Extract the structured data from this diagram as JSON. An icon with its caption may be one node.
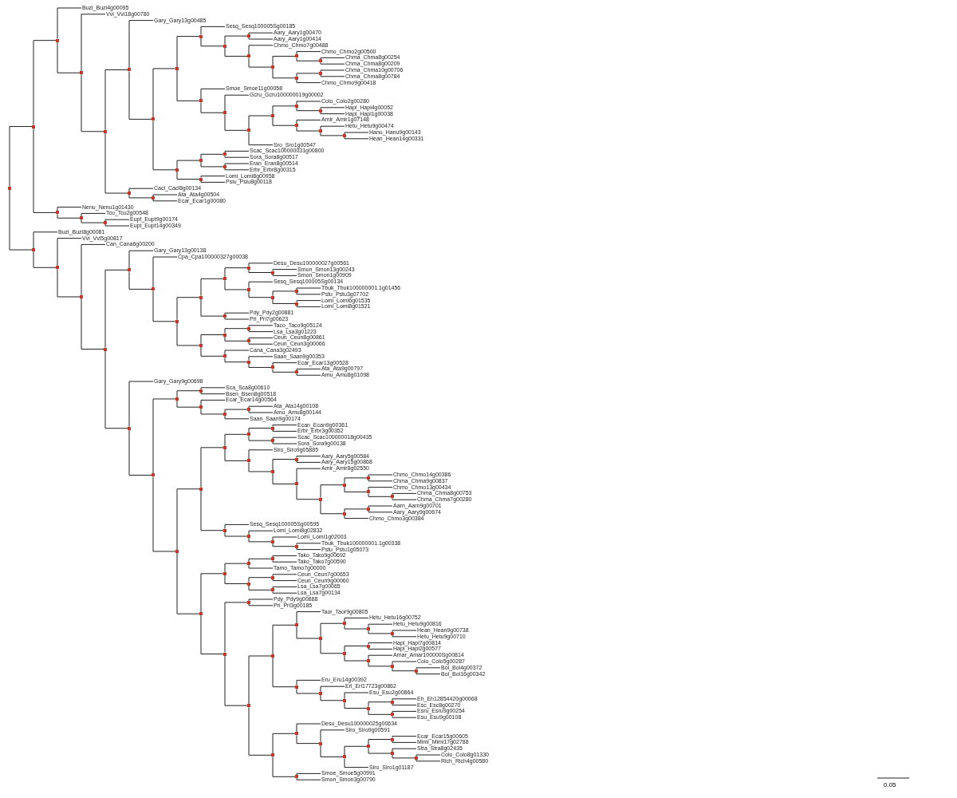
{
  "diagram": {
    "nodes": [
      {
        "text": [],
        "shape": "dot"
      },
      {
        "text": [],
        "shape": "dot"
      },
      {
        "text": [],
        "shape": "dot"
      },
      {
        "text": [
          "Buzi_Buzi4g00095"
        ]
      },
      {
        "text": [],
        "shape": "dot"
      },
      {
        "text": [
          "Vvi_Vvi18g00780"
        ]
      },
      {
        "text": [],
        "shape": "dot"
      },
      {
        "text": [],
        "shape": "dot"
      },
      {
        "text": [
          "Gary_Gary13g00485"
        ]
      },
      {
        "text": [],
        "shape": "dot"
      },
      {
        "text": [],
        "shape": "dot"
      },
      {
        "text": [],
        "shape": "dot"
      },
      {
        "text": [
          "Sesq_Sesq100005Sg00185"
        ]
      },
      {
        "text": [],
        "shape": "dot"
      },
      {
        "text": [],
        "shape": "dot"
      },
      {
        "text": [
          "Aary_Aary1g00470"
        ]
      },
      {
        "text": [
          "Aary_Aary1g00414"
        ]
      },
      {
        "text": [],
        "shape": "dot"
      },
      {
        "text": [
          "Chmo_Chmo7g00488"
        ]
      },
      {
        "text": [],
        "shape": "dot"
      },
      {
        "text": [],
        "shape": "dot"
      },
      {
        "text": [
          "Chmo_Chmo2g00500"
        ]
      },
      {
        "text": [],
        "shape": "dot"
      },
      {
        "text": [
          "Chma_Chma8g00254"
        ]
      },
      {
        "text": [
          "Chma_Chma8g00209"
        ]
      },
      {
        "text": [],
        "shape": "dot"
      },
      {
        "text": [],
        "shape": "dot"
      },
      {
        "text": [
          "Chma_Chma10g00706"
        ]
      },
      {
        "text": [
          "Chma_Chma8g00784"
        ]
      },
      {
        "text": [
          "Chmo_Chmo9g00418"
        ]
      },
      {
        "text": [],
        "shape": "dot"
      },
      {
        "text": [
          "Smoe_Smoe11g00058"
        ]
      },
      {
        "text": [],
        "shape": "dot"
      },
      {
        "text": [
          "Gcru_Gcru100000019g00002"
        ]
      },
      {
        "text": [],
        "shape": "dot"
      },
      {
        "text": [],
        "shape": "dot"
      },
      {
        "text": [],
        "shape": "dot"
      },
      {
        "text": [
          "Colo_Colo2g00280"
        ]
      },
      {
        "text": [],
        "shape": "dot"
      },
      {
        "text": [
          "Hapi_Hapi4g00052"
        ]
      },
      {
        "text": [
          "Hapi_Hapi1g00038"
        ]
      },
      {
        "text": [],
        "shape": "dot"
      },
      {
        "text": [
          "Amir_Amir1g07148"
        ]
      },
      {
        "text": [],
        "shape": "dot"
      },
      {
        "text": [
          "Hetu_Hetu9g00474"
        ]
      },
      {
        "text": [],
        "shape": "dot"
      },
      {
        "text": [
          "Hanu_Hanu9g00143"
        ]
      },
      {
        "text": [
          "Hean_Hean14g00331"
        ]
      },
      {
        "text": [
          "Sro_Sro1g00547"
        ]
      },
      {
        "text": [],
        "shape": "dot"
      },
      {
        "text": [],
        "shape": "dot"
      },
      {
        "text": [],
        "shape": "dot"
      },
      {
        "text": [
          "Scac_Scac100000031g00800"
        ]
      },
      {
        "text": [
          "Sora_Sora8g00517"
        ]
      },
      {
        "text": [],
        "shape": "dot"
      },
      {
        "text": [
          "Eran_Eran8g00514"
        ]
      },
      {
        "text": [
          "Erbr_Erbr8g00315"
        ]
      },
      {
        "text": [],
        "shape": "dot"
      },
      {
        "text": [
          "Lomi_Lomi8g00958"
        ]
      },
      {
        "text": [
          "Psiu_Psiu8g00118"
        ]
      },
      {
        "text": [],
        "shape": "dot"
      },
      {
        "text": [
          "Cacl_Cacl8g00134"
        ]
      },
      {
        "text": [],
        "shape": "dot"
      },
      {
        "text": [
          "Ata_Ata4g00504"
        ]
      },
      {
        "text": [
          "Ecar_Ecar1g00080"
        ]
      },
      {
        "text": [],
        "shape": "dot"
      },
      {
        "text": [
          "Nenu_Nenu1g01430"
        ]
      },
      {
        "text": [],
        "shape": "dot"
      },
      {
        "text": [
          "Tcu_Tcu2g00548"
        ]
      },
      {
        "text": [],
        "shape": "dot"
      },
      {
        "text": [
          "Eupt_Eupt9g00174"
        ]
      },
      {
        "text": [
          "Eupt_Eupt14g00349"
        ]
      },
      {
        "text": [],
        "shape": "dot"
      },
      {
        "text": [
          "Buzi_Buzi8g00081"
        ]
      },
      {
        "text": [],
        "shape": "dot"
      },
      {
        "text": [
          "Vvi_Vvi5g00817"
        ]
      },
      {
        "text": [],
        "shape": "dot"
      },
      {
        "text": [
          "Can_Cana6g00200"
        ]
      },
      {
        "text": [],
        "shape": "dot"
      },
      {
        "text": [],
        "shape": "dot"
      },
      {
        "text": [
          "Gary_Gary13g00138"
        ]
      },
      {
        "text": [],
        "shape": "dot"
      },
      {
        "text": [
          "Cpa_Cpa100000327g00038"
        ]
      },
      {
        "text": [],
        "shape": "dot"
      },
      {
        "text": [],
        "shape": "dot"
      },
      {
        "text": [],
        "shape": "dot"
      },
      {
        "text": [],
        "shape": "dot"
      },
      {
        "text": [
          "Desu_Desu100000027g00561"
        ]
      },
      {
        "text": [],
        "shape": "dot"
      },
      {
        "text": [
          "Smon_Smon13g00243"
        ]
      },
      {
        "text": [
          "Smon_Smon1g00909"
        ]
      },
      {
        "text": [],
        "shape": "dot"
      },
      {
        "text": [
          "Sesq_Sesq100005Sg00134"
        ]
      },
      {
        "text": [],
        "shape": "dot"
      },
      {
        "text": [],
        "shape": "dot"
      },
      {
        "text": [
          "Tbuk_Tbuk100000001.1g01456"
        ]
      },
      {
        "text": [
          "Pstu_Pstu3g07702"
        ]
      },
      {
        "text": [],
        "shape": "dot"
      },
      {
        "text": [
          "Lomi_Lomi6g01535"
        ]
      },
      {
        "text": [
          "Lomi_Lomi8g01521"
        ]
      },
      {
        "text": [],
        "shape": "dot"
      },
      {
        "text": [
          "Pdy_Pdy2g00881"
        ]
      },
      {
        "text": [
          "Pri_Pri7g00623"
        ]
      },
      {
        "text": [],
        "shape": "dot"
      },
      {
        "text": [],
        "shape": "dot"
      },
      {
        "text": [],
        "shape": "dot"
      },
      {
        "text": [
          "Taco_Taco9g05124"
        ]
      },
      {
        "text": [
          "Lsa_Lsa3g01223"
        ]
      },
      {
        "text": [],
        "shape": "dot"
      },
      {
        "text": [
          "Ceun_Ceun8g00861"
        ]
      },
      {
        "text": [
          "Ceun_Ceun3g00066"
        ]
      },
      {
        "text": [],
        "shape": "dot"
      },
      {
        "text": [
          "Cana_Cana3g02493"
        ]
      },
      {
        "text": [],
        "shape": "dot"
      },
      {
        "text": [
          "Saan_Saan9g00353"
        ]
      },
      {
        "text": [],
        "shape": "dot"
      },
      {
        "text": [
          "Ecar_Ecar13g00528"
        ]
      },
      {
        "text": [],
        "shape": "dot"
      },
      {
        "text": [
          "Ata_Ata9g00797"
        ]
      },
      {
        "text": [
          "Amu_Amu8g01098"
        ]
      },
      {
        "text": [],
        "shape": "dot"
      },
      {
        "text": [
          "Gary_Gary9g00698"
        ]
      },
      {
        "text": [],
        "shape": "dot"
      },
      {
        "text": [],
        "shape": "dot"
      },
      {
        "text": [],
        "shape": "dot"
      },
      {
        "text": [
          "Sca_Sca8g00610"
        ]
      },
      {
        "text": [
          "Bsen_Bsen8g00518"
        ]
      },
      {
        "text": [],
        "shape": "dot"
      },
      {
        "text": [
          "Ecar_Ecar14g00564"
        ]
      },
      {
        "text": [],
        "shape": "dot"
      },
      {
        "text": [],
        "shape": "dot"
      },
      {
        "text": [
          "Ata_Ata14g00108"
        ]
      },
      {
        "text": [
          "Amu_Amu8g00144"
        ]
      },
      {
        "text": [
          "Saan_Saan9g00174"
        ]
      },
      {
        "text": [],
        "shape": "dot"
      },
      {
        "text": [],
        "shape": "dot"
      },
      {
        "text": [],
        "shape": "dot"
      },
      {
        "text": [],
        "shape": "dot"
      },
      {
        "text": [],
        "shape": "dot"
      },
      {
        "text": [
          "Ecan_Ecan9g00361"
        ]
      },
      {
        "text": [
          "Erbr_Erbr3g00352"
        ]
      },
      {
        "text": [],
        "shape": "dot"
      },
      {
        "text": [
          "Scac_Scac100000018g00435"
        ]
      },
      {
        "text": [
          "Sora_Sora9g00138"
        ]
      },
      {
        "text": [],
        "shape": "dot"
      },
      {
        "text": [
          "Siro_Siro9g05885"
        ]
      },
      {
        "text": [],
        "shape": "dot"
      },
      {
        "text": [],
        "shape": "dot"
      },
      {
        "text": [
          "Aary_Aary5g00584"
        ]
      },
      {
        "text": [
          "Aary_Aary15g00868"
        ]
      },
      {
        "text": [],
        "shape": "dot"
      },
      {
        "text": [
          "Amir_Amir8g02550"
        ]
      },
      {
        "text": [],
        "shape": "dot"
      },
      {
        "text": [],
        "shape": "dot"
      },
      {
        "text": [],
        "shape": "dot"
      },
      {
        "text": [
          "Chmo_Chmo14g00386"
        ]
      },
      {
        "text": [
          "Chma_Chma9g00837"
        ]
      },
      {
        "text": [],
        "shape": "dot"
      },
      {
        "text": [
          "Chmo_Chmo13g00434"
        ]
      },
      {
        "text": [],
        "shape": "dot"
      },
      {
        "text": [
          "Chma_Chma8g00753"
        ]
      },
      {
        "text": [
          "Chma_Chma7g00280"
        ]
      },
      {
        "text": [],
        "shape": "dot"
      },
      {
        "text": [],
        "shape": "dot"
      },
      {
        "text": [
          "Aarn_Aarn9g00701"
        ]
      },
      {
        "text": [
          "Aary_Aary9g00674"
        ]
      },
      {
        "text": [
          "Chmo_Chmo3g00384"
        ]
      },
      {
        "text": [],
        "shape": "dot"
      },
      {
        "text": [
          "Sesq_Sesq100005Sg00595"
        ]
      },
      {
        "text": [],
        "shape": "dot"
      },
      {
        "text": [
          "Lomi_Lomi8g02832"
        ]
      },
      {
        "text": [],
        "shape": "dot"
      },
      {
        "text": [
          "Lomi_Lomi1g02003"
        ]
      },
      {
        "text": [],
        "shape": "dot"
      },
      {
        "text": [
          "Tbuk_Tbuk100000001.1g00338"
        ]
      },
      {
        "text": [
          "Pstu_Pstu1g05073"
        ]
      },
      {
        "text": [],
        "shape": "dot"
      },
      {
        "text": [],
        "shape": "dot"
      },
      {
        "text": [],
        "shape": "dot"
      },
      {
        "text": [],
        "shape": "dot"
      },
      {
        "text": [
          "Tako_Tako9g00692"
        ]
      },
      {
        "text": [
          "Tako_Tako7g00590"
        ]
      },
      {
        "text": [
          "Tamo_Tamo7g00000"
        ]
      },
      {
        "text": [],
        "shape": "dot"
      },
      {
        "text": [],
        "shape": "dot"
      },
      {
        "text": [
          "Ceun_Ceun7g00653"
        ]
      },
      {
        "text": [
          "Ceun_Ceun9g00060"
        ]
      },
      {
        "text": [],
        "shape": "dot"
      },
      {
        "text": [
          "Lsa_Lsa7g00065"
        ]
      },
      {
        "text": [
          "Lsa_Lsa7g00134"
        ]
      },
      {
        "text": [],
        "shape": "dot"
      },
      {
        "text": [],
        "shape": "dot"
      },
      {
        "text": [
          "Pdy_Pdy9g00888"
        ]
      },
      {
        "text": [
          "Pri_Pri3g00185"
        ]
      },
      {
        "text": [],
        "shape": "dot"
      },
      {
        "text": [],
        "shape": "dot"
      },
      {
        "text": [],
        "shape": "dot"
      },
      {
        "text": [
          "Taor_Taor9g00805"
        ]
      },
      {
        "text": [],
        "shape": "dot"
      },
      {
        "text": [],
        "shape": "dot"
      },
      {
        "text": [
          "Hetu_Hetu16g00752"
        ]
      },
      {
        "text": [],
        "shape": "dot"
      },
      {
        "text": [
          "Hetu_Hetu9g00816"
        ]
      },
      {
        "text": [],
        "shape": "dot"
      },
      {
        "text": [
          "Hean_Hean9g00738"
        ]
      },
      {
        "text": [
          "Hetu_Hetu9g00710"
        ]
      },
      {
        "text": [],
        "shape": "dot"
      },
      {
        "text": [],
        "shape": "dot"
      },
      {
        "text": [
          "Hapi_Hapi7g00814"
        ]
      },
      {
        "text": [
          "Hapi_Hapi2g00577"
        ]
      },
      {
        "text": [],
        "shape": "dot"
      },
      {
        "text": [
          "Amar_Amar100000Sg00814"
        ]
      },
      {
        "text": [],
        "shape": "dot"
      },
      {
        "text": [
          "Colo_Colo5g00287"
        ]
      },
      {
        "text": [],
        "shape": "dot"
      },
      {
        "text": [
          "Bol_Bol4g00372"
        ]
      },
      {
        "text": [
          "Bol_Bol16g00342"
        ]
      },
      {
        "text": [],
        "shape": "dot"
      },
      {
        "text": [
          "Eru_Eru14g00392"
        ]
      },
      {
        "text": [],
        "shape": "dot"
      },
      {
        "text": [
          "Erl_Erl17723g00862"
        ]
      },
      {
        "text": [],
        "shape": "dot"
      },
      {
        "text": [
          "Esu_Esu2g00864"
        ]
      },
      {
        "text": [],
        "shape": "dot"
      },
      {
        "text": [],
        "shape": "dot"
      },
      {
        "text": [
          "Eh_Eh12854420g00068"
        ]
      },
      {
        "text": [
          "Esc_Esc8g00270"
        ]
      },
      {
        "text": [],
        "shape": "dot"
      },
      {
        "text": [
          "Esru_Esru9g00254"
        ]
      },
      {
        "text": [
          "Esu_Esu9g00108"
        ]
      },
      {
        "text": [],
        "shape": "dot"
      },
      {
        "text": [],
        "shape": "dot"
      },
      {
        "text": [
          "Desu_Desu100000025g00634"
        ]
      },
      {
        "text": [],
        "shape": "dot"
      },
      {
        "text": [
          "Siro_Siro9g00591"
        ]
      },
      {
        "text": [],
        "shape": "dot"
      },
      {
        "text": [],
        "shape": "dot"
      },
      {
        "text": [],
        "shape": "dot"
      },
      {
        "text": [
          "Ecar_Ecar15g00605"
        ]
      },
      {
        "text": [
          "Mimi_Mimi17g02788"
        ]
      },
      {
        "text": [],
        "shape": "dot"
      },
      {
        "text": [
          "Stra_Stra8g02435"
        ]
      },
      {
        "text": [],
        "shape": "dot"
      },
      {
        "text": [
          "Colo_Colo8g01330"
        ]
      },
      {
        "text": [
          "Rich_Rich4g00580"
        ]
      },
      {
        "text": [
          "Siro_Siro1g01187"
        ]
      },
      {
        "text": [],
        "shape": "dot"
      },
      {
        "text": [
          "Smoe_Smoe5g00991"
        ]
      },
      {
        "text": [
          "Smon_Smon3g00790"
        ]
      }
    ],
    "edges": [
      {
        "from": 0,
        "to": 1,
        "arrow": "none"
      },
      {
        "from": 0,
        "to": 72,
        "arrow": "none"
      },
      {
        "from": 1,
        "to": 2,
        "arrow": "none"
      },
      {
        "from": 1,
        "to": 65,
        "arrow": "none"
      },
      {
        "from": 2,
        "to": 3,
        "arrow": "none"
      },
      {
        "from": 2,
        "to": 4,
        "arrow": "none"
      },
      {
        "from": 4,
        "to": 5,
        "arrow": "none"
      },
      {
        "from": 4,
        "to": 6,
        "arrow": "none"
      },
      {
        "from": 6,
        "to": 7,
        "arrow": "none"
      },
      {
        "from": 6,
        "to": 60,
        "arrow": "none"
      },
      {
        "from": 7,
        "to": 8,
        "arrow": "none"
      },
      {
        "from": 7,
        "to": 9,
        "arrow": "none"
      },
      {
        "from": 9,
        "to": 10,
        "arrow": "none"
      },
      {
        "from": 9,
        "to": 49,
        "arrow": "none"
      },
      {
        "from": 10,
        "to": 11,
        "arrow": "none"
      },
      {
        "from": 10,
        "to": 30,
        "arrow": "none"
      },
      {
        "from": 11,
        "to": 12,
        "arrow": "none"
      },
      {
        "from": 11,
        "to": 13,
        "arrow": "none"
      },
      {
        "from": 13,
        "to": 14,
        "arrow": "none"
      },
      {
        "from": 13,
        "to": 17,
        "arrow": "none"
      },
      {
        "from": 14,
        "to": 15,
        "arrow": "none"
      },
      {
        "from": 14,
        "to": 16,
        "arrow": "none"
      },
      {
        "from": 17,
        "to": 18,
        "arrow": "none"
      },
      {
        "from": 17,
        "to": 19,
        "arrow": "none"
      },
      {
        "from": 19,
        "to": 20,
        "arrow": "none"
      },
      {
        "from": 19,
        "to": 25,
        "arrow": "none"
      },
      {
        "from": 20,
        "to": 21,
        "arrow": "none"
      },
      {
        "from": 20,
        "to": 22,
        "arrow": "none"
      },
      {
        "from": 22,
        "to": 23,
        "arrow": "none"
      },
      {
        "from": 22,
        "to": 24,
        "arrow": "none"
      },
      {
        "from": 25,
        "to": 26,
        "arrow": "none"
      },
      {
        "from": 25,
        "to": 29,
        "arrow": "none"
      },
      {
        "from": 26,
        "to": 27,
        "arrow": "none"
      },
      {
        "from": 26,
        "to": 28,
        "arrow": "none"
      },
      {
        "from": 30,
        "to": 31,
        "arrow": "none"
      },
      {
        "from": 30,
        "to": 32,
        "arrow": "none"
      },
      {
        "from": 32,
        "to": 33,
        "arrow": "none"
      },
      {
        "from": 32,
        "to": 34,
        "arrow": "none"
      },
      {
        "from": 34,
        "to": 35,
        "arrow": "none"
      },
      {
        "from": 34,
        "to": 48,
        "arrow": "none"
      },
      {
        "from": 35,
        "to": 36,
        "arrow": "none"
      },
      {
        "from": 35,
        "to": 41,
        "arrow": "none"
      },
      {
        "from": 36,
        "to": 37,
        "arrow": "none"
      },
      {
        "from": 36,
        "to": 38,
        "arrow": "none"
      },
      {
        "from": 38,
        "to": 39,
        "arrow": "none"
      },
      {
        "from": 38,
        "to": 40,
        "arrow": "none"
      },
      {
        "from": 41,
        "to": 42,
        "arrow": "none"
      },
      {
        "from": 41,
        "to": 43,
        "arrow": "none"
      },
      {
        "from": 43,
        "to": 44,
        "arrow": "none"
      },
      {
        "from": 43,
        "to": 45,
        "arrow": "none"
      },
      {
        "from": 45,
        "to": 46,
        "arrow": "none"
      },
      {
        "from": 45,
        "to": 47,
        "arrow": "none"
      },
      {
        "from": 49,
        "to": 50,
        "arrow": "none"
      },
      {
        "from": 49,
        "to": 57,
        "arrow": "none"
      },
      {
        "from": 50,
        "to": 51,
        "arrow": "none"
      },
      {
        "from": 50,
        "to": 54,
        "arrow": "none"
      },
      {
        "from": 51,
        "to": 52,
        "arrow": "none"
      },
      {
        "from": 51,
        "to": 53,
        "arrow": "none"
      },
      {
        "from": 54,
        "to": 55,
        "arrow": "none"
      },
      {
        "from": 54,
        "to": 56,
        "arrow": "none"
      },
      {
        "from": 57,
        "to": 58,
        "arrow": "none"
      },
      {
        "from": 57,
        "to": 59,
        "arrow": "none"
      },
      {
        "from": 60,
        "to": 61,
        "arrow": "none"
      },
      {
        "from": 60,
        "to": 62,
        "arrow": "none"
      },
      {
        "from": 62,
        "to": 63,
        "arrow": "none"
      },
      {
        "from": 62,
        "to": 64,
        "arrow": "none"
      },
      {
        "from": 65,
        "to": 66,
        "arrow": "none"
      },
      {
        "from": 65,
        "to": 67,
        "arrow": "none"
      },
      {
        "from": 67,
        "to": 68,
        "arrow": "none"
      },
      {
        "from": 67,
        "to": 69,
        "arrow": "none"
      },
      {
        "from": 69,
        "to": 70,
        "arrow": "none"
      },
      {
        "from": 69,
        "to": 71,
        "arrow": "none"
      },
      {
        "from": 72,
        "to": 73,
        "arrow": "none"
      },
      {
        "from": 72,
        "to": 74,
        "arrow": "none"
      },
      {
        "from": 74,
        "to": 75,
        "arrow": "none"
      },
      {
        "from": 74,
        "to": 76,
        "arrow": "none"
      },
      {
        "from": 76,
        "to": 77,
        "arrow": "none"
      },
      {
        "from": 76,
        "to": 78,
        "arrow": "none"
      },
      {
        "from": 78,
        "to": 79,
        "arrow": "none"
      },
      {
        "from": 78,
        "to": 120,
        "arrow": "none"
      },
      {
        "from": 79,
        "to": 80,
        "arrow": "none"
      },
      {
        "from": 79,
        "to": 81,
        "arrow": "none"
      },
      {
        "from": 81,
        "to": 82,
        "arrow": "none"
      },
      {
        "from": 81,
        "to": 83,
        "arrow": "none"
      },
      {
        "from": 83,
        "to": 84,
        "arrow": "none"
      },
      {
        "from": 83,
        "to": 103,
        "arrow": "none"
      },
      {
        "from": 84,
        "to": 85,
        "arrow": "none"
      },
      {
        "from": 84,
        "to": 100,
        "arrow": "none"
      },
      {
        "from": 85,
        "to": 86,
        "arrow": "none"
      },
      {
        "from": 85,
        "to": 91,
        "arrow": "none"
      },
      {
        "from": 86,
        "to": 87,
        "arrow": "none"
      },
      {
        "from": 86,
        "to": 88,
        "arrow": "none"
      },
      {
        "from": 88,
        "to": 89,
        "arrow": "none"
      },
      {
        "from": 88,
        "to": 90,
        "arrow": "none"
      },
      {
        "from": 91,
        "to": 92,
        "arrow": "none"
      },
      {
        "from": 91,
        "to": 93,
        "arrow": "none"
      },
      {
        "from": 93,
        "to": 94,
        "arrow": "none"
      },
      {
        "from": 93,
        "to": 97,
        "arrow": "none"
      },
      {
        "from": 94,
        "to": 95,
        "arrow": "none"
      },
      {
        "from": 94,
        "to": 96,
        "arrow": "none"
      },
      {
        "from": 97,
        "to": 98,
        "arrow": "none"
      },
      {
        "from": 97,
        "to": 99,
        "arrow": "none"
      },
      {
        "from": 100,
        "to": 101,
        "arrow": "none"
      },
      {
        "from": 100,
        "to": 102,
        "arrow": "none"
      },
      {
        "from": 103,
        "to": 104,
        "arrow": "none"
      },
      {
        "from": 103,
        "to": 111,
        "arrow": "none"
      },
      {
        "from": 104,
        "to": 105,
        "arrow": "none"
      },
      {
        "from": 104,
        "to": 108,
        "arrow": "none"
      },
      {
        "from": 105,
        "to": 106,
        "arrow": "none"
      },
      {
        "from": 105,
        "to": 107,
        "arrow": "none"
      },
      {
        "from": 108,
        "to": 109,
        "arrow": "none"
      },
      {
        "from": 108,
        "to": 110,
        "arrow": "none"
      },
      {
        "from": 111,
        "to": 112,
        "arrow": "none"
      },
      {
        "from": 111,
        "to": 113,
        "arrow": "none"
      },
      {
        "from": 113,
        "to": 114,
        "arrow": "none"
      },
      {
        "from": 113,
        "to": 115,
        "arrow": "none"
      },
      {
        "from": 115,
        "to": 116,
        "arrow": "none"
      },
      {
        "from": 115,
        "to": 117,
        "arrow": "none"
      },
      {
        "from": 117,
        "to": 118,
        "arrow": "none"
      },
      {
        "from": 117,
        "to": 119,
        "arrow": "none"
      },
      {
        "from": 120,
        "to": 121,
        "arrow": "none"
      },
      {
        "from": 120,
        "to": 122,
        "arrow": "none"
      },
      {
        "from": 122,
        "to": 123,
        "arrow": "none"
      },
      {
        "from": 122,
        "to": 134,
        "arrow": "none"
      },
      {
        "from": 123,
        "to": 124,
        "arrow": "none"
      },
      {
        "from": 123,
        "to": 127,
        "arrow": "none"
      },
      {
        "from": 124,
        "to": 125,
        "arrow": "none"
      },
      {
        "from": 124,
        "to": 126,
        "arrow": "none"
      },
      {
        "from": 127,
        "to": 128,
        "arrow": "none"
      },
      {
        "from": 127,
        "to": 129,
        "arrow": "none"
      },
      {
        "from": 129,
        "to": 130,
        "arrow": "none"
      },
      {
        "from": 129,
        "to": 133,
        "arrow": "none"
      },
      {
        "from": 130,
        "to": 131,
        "arrow": "none"
      },
      {
        "from": 130,
        "to": 132,
        "arrow": "none"
      },
      {
        "from": 134,
        "to": 135,
        "arrow": "none"
      },
      {
        "from": 134,
        "to": 176,
        "arrow": "none"
      },
      {
        "from": 135,
        "to": 136,
        "arrow": "none"
      },
      {
        "from": 135,
        "to": 167,
        "arrow": "none"
      },
      {
        "from": 136,
        "to": 137,
        "arrow": "none"
      },
      {
        "from": 136,
        "to": 144,
        "arrow": "none"
      },
      {
        "from": 137,
        "to": 138,
        "arrow": "none"
      },
      {
        "from": 137,
        "to": 141,
        "arrow": "none"
      },
      {
        "from": 138,
        "to": 139,
        "arrow": "none"
      },
      {
        "from": 138,
        "to": 140,
        "arrow": "none"
      },
      {
        "from": 141,
        "to": 142,
        "arrow": "none"
      },
      {
        "from": 141,
        "to": 143,
        "arrow": "none"
      },
      {
        "from": 144,
        "to": 145,
        "arrow": "none"
      },
      {
        "from": 144,
        "to": 146,
        "arrow": "none"
      },
      {
        "from": 146,
        "to": 147,
        "arrow": "none"
      },
      {
        "from": 146,
        "to": 150,
        "arrow": "none"
      },
      {
        "from": 147,
        "to": 148,
        "arrow": "none"
      },
      {
        "from": 147,
        "to": 149,
        "arrow": "none"
      },
      {
        "from": 150,
        "to": 151,
        "arrow": "none"
      },
      {
        "from": 150,
        "to": 152,
        "arrow": "none"
      },
      {
        "from": 152,
        "to": 153,
        "arrow": "none"
      },
      {
        "from": 152,
        "to": 162,
        "arrow": "none"
      },
      {
        "from": 153,
        "to": 154,
        "arrow": "none"
      },
      {
        "from": 153,
        "to": 157,
        "arrow": "none"
      },
      {
        "from": 154,
        "to": 155,
        "arrow": "none"
      },
      {
        "from": 154,
        "to": 156,
        "arrow": "none"
      },
      {
        "from": 157,
        "to": 158,
        "arrow": "none"
      },
      {
        "from": 157,
        "to": 159,
        "arrow": "none"
      },
      {
        "from": 159,
        "to": 160,
        "arrow": "none"
      },
      {
        "from": 159,
        "to": 161,
        "arrow": "none"
      },
      {
        "from": 162,
        "to": 163,
        "arrow": "none"
      },
      {
        "from": 162,
        "to": 166,
        "arrow": "none"
      },
      {
        "from": 163,
        "to": 164,
        "arrow": "none"
      },
      {
        "from": 163,
        "to": 165,
        "arrow": "none"
      },
      {
        "from": 167,
        "to": 168,
        "arrow": "none"
      },
      {
        "from": 167,
        "to": 169,
        "arrow": "none"
      },
      {
        "from": 169,
        "to": 170,
        "arrow": "none"
      },
      {
        "from": 169,
        "to": 171,
        "arrow": "none"
      },
      {
        "from": 171,
        "to": 172,
        "arrow": "none"
      },
      {
        "from": 171,
        "to": 173,
        "arrow": "none"
      },
      {
        "from": 173,
        "to": 174,
        "arrow": "none"
      },
      {
        "from": 173,
        "to": 175,
        "arrow": "none"
      },
      {
        "from": 176,
        "to": 177,
        "arrow": "none"
      },
      {
        "from": 176,
        "to": 190,
        "arrow": "none"
      },
      {
        "from": 177,
        "to": 178,
        "arrow": "none"
      },
      {
        "from": 177,
        "to": 183,
        "arrow": "none"
      },
      {
        "from": 178,
        "to": 179,
        "arrow": "none"
      },
      {
        "from": 178,
        "to": 182,
        "arrow": "none"
      },
      {
        "from": 179,
        "to": 180,
        "arrow": "none"
      },
      {
        "from": 179,
        "to": 181,
        "arrow": "none"
      },
      {
        "from": 183,
        "to": 184,
        "arrow": "none"
      },
      {
        "from": 183,
        "to": 187,
        "arrow": "none"
      },
      {
        "from": 184,
        "to": 185,
        "arrow": "none"
      },
      {
        "from": 184,
        "to": 186,
        "arrow": "none"
      },
      {
        "from": 187,
        "to": 188,
        "arrow": "none"
      },
      {
        "from": 187,
        "to": 189,
        "arrow": "none"
      },
      {
        "from": 190,
        "to": 191,
        "arrow": "none"
      },
      {
        "from": 190,
        "to": 194,
        "arrow": "none"
      },
      {
        "from": 191,
        "to": 192,
        "arrow": "none"
      },
      {
        "from": 191,
        "to": 193,
        "arrow": "none"
      },
      {
        "from": 194,
        "to": 195,
        "arrow": "none"
      },
      {
        "from": 194,
        "to": 230,
        "arrow": "none"
      },
      {
        "from": 195,
        "to": 196,
        "arrow": "none"
      },
      {
        "from": 195,
        "to": 217,
        "arrow": "none"
      },
      {
        "from": 196,
        "to": 197,
        "arrow": "none"
      },
      {
        "from": 196,
        "to": 198,
        "arrow": "none"
      },
      {
        "from": 198,
        "to": 199,
        "arrow": "none"
      },
      {
        "from": 198,
        "to": 206,
        "arrow": "none"
      },
      {
        "from": 199,
        "to": 200,
        "arrow": "none"
      },
      {
        "from": 199,
        "to": 201,
        "arrow": "none"
      },
      {
        "from": 201,
        "to": 202,
        "arrow": "none"
      },
      {
        "from": 201,
        "to": 203,
        "arrow": "none"
      },
      {
        "from": 203,
        "to": 204,
        "arrow": "none"
      },
      {
        "from": 203,
        "to": 205,
        "arrow": "none"
      },
      {
        "from": 206,
        "to": 207,
        "arrow": "none"
      },
      {
        "from": 206,
        "to": 210,
        "arrow": "none"
      },
      {
        "from": 207,
        "to": 208,
        "arrow": "none"
      },
      {
        "from": 207,
        "to": 209,
        "arrow": "none"
      },
      {
        "from": 210,
        "to": 211,
        "arrow": "none"
      },
      {
        "from": 210,
        "to": 212,
        "arrow": "none"
      },
      {
        "from": 212,
        "to": 213,
        "arrow": "none"
      },
      {
        "from": 212,
        "to": 214,
        "arrow": "none"
      },
      {
        "from": 214,
        "to": 215,
        "arrow": "none"
      },
      {
        "from": 214,
        "to": 216,
        "arrow": "none"
      },
      {
        "from": 217,
        "to": 218,
        "arrow": "none"
      },
      {
        "from": 217,
        "to": 219,
        "arrow": "none"
      },
      {
        "from": 219,
        "to": 220,
        "arrow": "none"
      },
      {
        "from": 219,
        "to": 221,
        "arrow": "none"
      },
      {
        "from": 221,
        "to": 222,
        "arrow": "none"
      },
      {
        "from": 221,
        "to": 223,
        "arrow": "none"
      },
      {
        "from": 223,
        "to": 224,
        "arrow": "none"
      },
      {
        "from": 223,
        "to": 227,
        "arrow": "none"
      },
      {
        "from": 224,
        "to": 225,
        "arrow": "none"
      },
      {
        "from": 224,
        "to": 226,
        "arrow": "none"
      },
      {
        "from": 227,
        "to": 228,
        "arrow": "none"
      },
      {
        "from": 227,
        "to": 229,
        "arrow": "none"
      },
      {
        "from": 230,
        "to": 231,
        "arrow": "none"
      },
      {
        "from": 230,
        "to": 246,
        "arrow": "none"
      },
      {
        "from": 231,
        "to": 232,
        "arrow": "none"
      },
      {
        "from": 231,
        "to": 233,
        "arrow": "none"
      },
      {
        "from": 233,
        "to": 234,
        "arrow": "none"
      },
      {
        "from": 233,
        "to": 235,
        "arrow": "none"
      },
      {
        "from": 235,
        "to": 236,
        "arrow": "none"
      },
      {
        "from": 235,
        "to": 245,
        "arrow": "none"
      },
      {
        "from": 236,
        "to": 237,
        "arrow": "none"
      },
      {
        "from": 236,
        "to": 240,
        "arrow": "none"
      },
      {
        "from": 237,
        "to": 238,
        "arrow": "none"
      },
      {
        "from": 237,
        "to": 239,
        "arrow": "none"
      },
      {
        "from": 240,
        "to": 241,
        "arrow": "none"
      },
      {
        "from": 240,
        "to": 242,
        "arrow": "none"
      },
      {
        "from": 242,
        "to": 243,
        "arrow": "none"
      },
      {
        "from": 242,
        "to": 244,
        "arrow": "none"
      },
      {
        "from": 246,
        "to": 247,
        "arrow": "none"
      },
      {
        "from": 246,
        "to": 248,
        "arrow": "none"
      }
    ],
    "labels": [
      "0.05"
    ]
  }
}
